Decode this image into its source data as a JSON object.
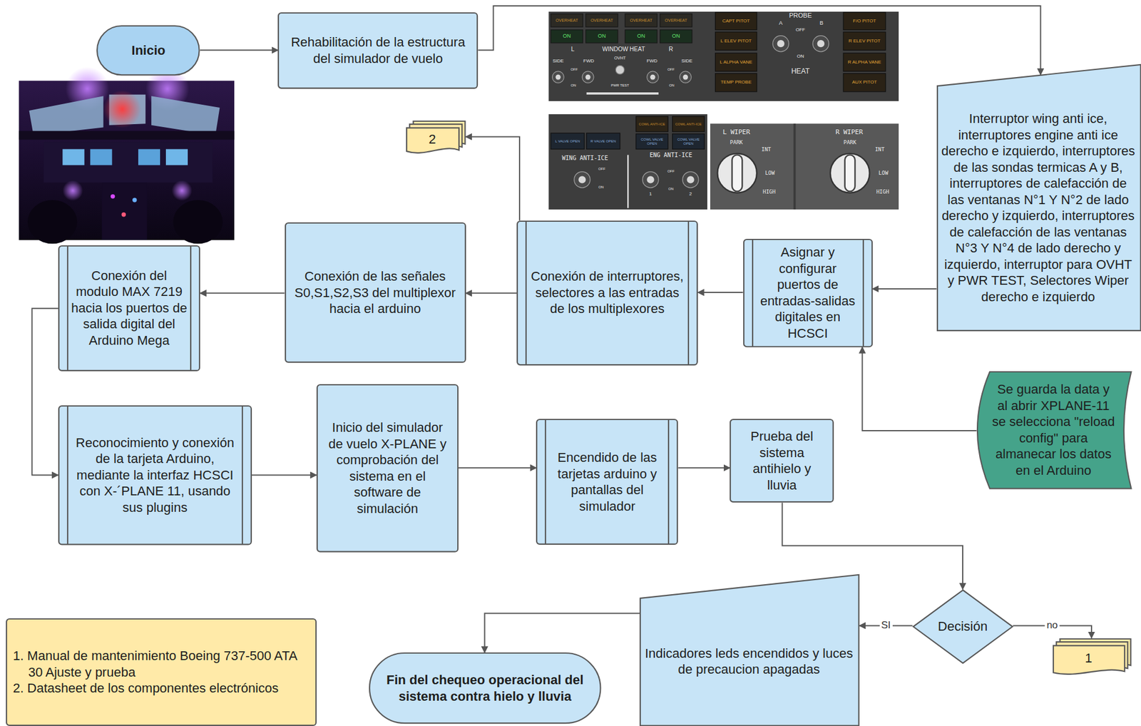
{
  "diagram": {
    "nodes": [
      {
        "text": [
          "Inicio"
        ]
      },
      {
        "text": [
          "Rehabilitación de la estructura del simulador de vuelo"
        ]
      },
      {
        "text": [
          "Interruptor wing anti ice, interruptores engine anti ice derecho e izquierdo, interruptores de las sondas termicas A y B, interruptores de calefacción de las ventanas N°1 Y N°2 de lado derecho y izquierdo, interruptores de calefacción de las ventanas N°3 Y N°4 de lado derecho y izquierdo, interruptor para OVHT y PWR TEST, Selectores Wiper derecho e izquierdo"
        ]
      },
      {
        "text": [
          "2"
        ]
      },
      {
        "text": [
          "Asignar y configurar puertos de entradas-salidas digitales en HCSCI"
        ]
      },
      {
        "text": [
          "Conexión de interruptores, selectores a las entradas de los multiplexores"
        ]
      },
      {
        "text": [
          "Conexión de las señales S0,S1,S2,S3 del multiplexor hacia el arduino"
        ]
      },
      {
        "text": [
          "Conexión del modulo MAX 7219 hacia los puertos de salida digital del Arduino Mega"
        ]
      },
      {
        "text": [
          "Se guarda la data y al abrir XPLANE-11 se selecciona \"reload config\" para almanecar los datos en el Arduino"
        ]
      },
      {
        "text": [
          "Reconocimiento y conexión de la tarjeta Arduino, mediante la interfaz HCSCI con X-´PLANE 11, usando sus plugins"
        ]
      },
      {
        "text": [
          "Inicio del simulador de vuelo X-PLANE y comprobación del sistema en el software de simulación"
        ]
      },
      {
        "text": [
          "Encendido de las tarjetas arduino y pantallas del simulador"
        ]
      },
      {
        "text": [
          "Prueba del sistema antihielo y lluvia"
        ]
      },
      {
        "text": [
          "Decisión"
        ]
      },
      {
        "text": [
          "1"
        ]
      },
      {
        "text": [
          "Indicadores leds encendidos y luces de precaucion apagadas"
        ]
      },
      {
        "text": [
          "Fin del chequeo operacional del sistema contra hielo y lluvia"
        ]
      },
      {
        "text": [
          "1. Manual de mantenimiento Boeing 737-500 ATA 30 Ajuste y prueba",
          "2. Datasheet de los componentes electrónicos"
        ]
      }
    ],
    "edges": [
      {
        "from": 0,
        "to": 1,
        "arrow": "to"
      },
      {
        "from": 1,
        "to": 2,
        "arrow": "to"
      },
      {
        "from": 2,
        "to": 4,
        "arrow": "to"
      },
      {
        "from": 4,
        "to": 5,
        "arrow": "to"
      },
      {
        "from": 5,
        "to": 3,
        "arrow": "to"
      },
      {
        "from": 5,
        "to": 6,
        "arrow": "to"
      },
      {
        "from": 6,
        "to": 7,
        "arrow": "to"
      },
      {
        "from": 7,
        "to": 9,
        "arrow": "to"
      },
      {
        "from": 9,
        "to": 10,
        "arrow": "to"
      },
      {
        "from": 10,
        "to": 11,
        "arrow": "to"
      },
      {
        "from": 11,
        "to": 12,
        "arrow": "to"
      },
      {
        "from": 12,
        "to": 13,
        "arrow": "to"
      },
      {
        "from": 13,
        "to": 15,
        "label": "SI",
        "arrow": "to"
      },
      {
        "from": 13,
        "to": 14,
        "label": "no",
        "arrow": "to"
      },
      {
        "from": 15,
        "to": 16,
        "arrow": "to"
      },
      {
        "from": 8,
        "to": 4,
        "arrow": "to"
      }
    ],
    "labels": [
      "OVERHEAT",
      "OVERHEAT",
      "OVERHEAT",
      "OVERHEAT",
      "ON",
      "ON",
      "ON",
      "ON",
      "L",
      "WINDOW HEAT",
      "R",
      "SIDE",
      "FWD",
      "OVHT",
      "FWD",
      "SIDE",
      "OFF",
      "OFF",
      "ON",
      "PWR TEST",
      "ON",
      "CAPT PITOT",
      "L ELEV PITOT",
      "L ALPHA VANE",
      "TEMP PROBE",
      "PROBE",
      "A",
      "B",
      "OFF",
      "ON",
      "HEAT",
      "F/O PITOT",
      "R ELEV PITOT",
      "R ALPHA VANE",
      "AUX PITOT",
      "L VALVE OPEN",
      "R VALVE OPEN",
      "WING ANTI-ICE",
      "OFF",
      "ON",
      "COWL ANTI-ICE",
      "COWL ANTI-ICE",
      "COWL VALVE OPEN",
      "COWL VALVE OPEN",
      "ENG ANTI-ICE",
      "OFF",
      "ON",
      "1",
      "2",
      "L WIPER",
      "PARK",
      "INT",
      "LOW",
      "HIGH",
      "R WIPER",
      "PARK",
      "INT",
      "LOW",
      "HIGH"
    ]
  }
}
